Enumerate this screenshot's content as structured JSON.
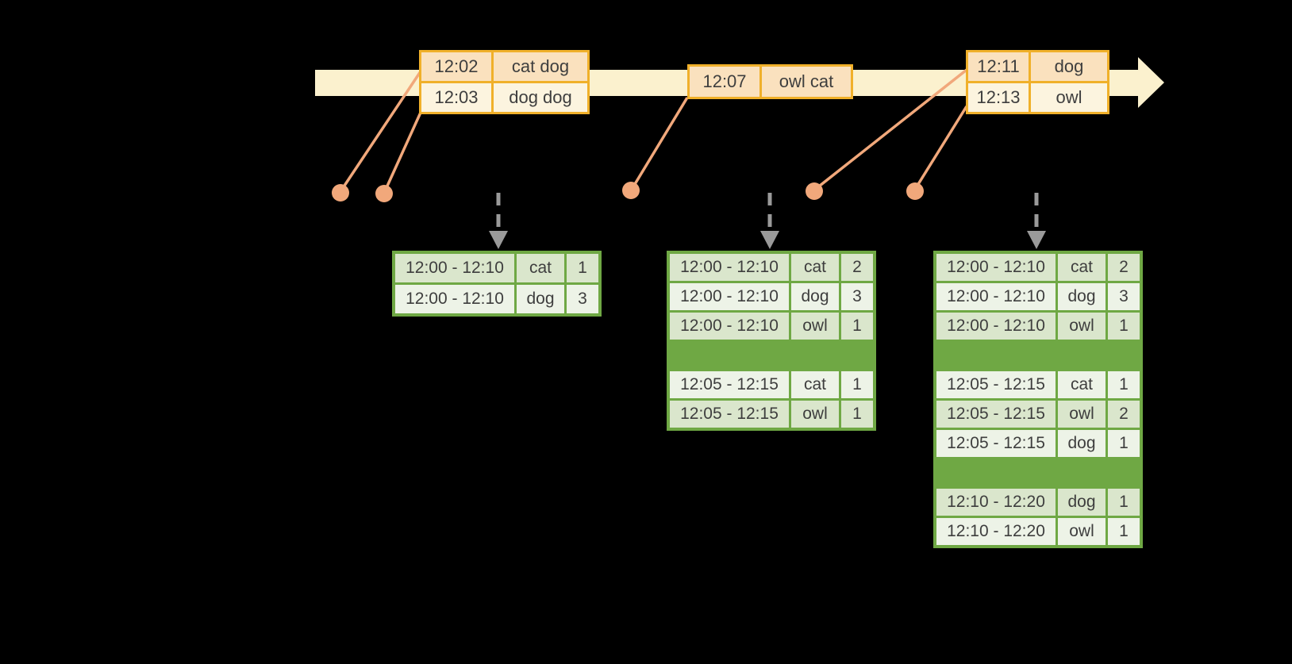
{
  "colors": {
    "background": "#000000",
    "timeline_bar": "#FBF1CE",
    "batch_border": "#F0B02A",
    "batch_row_peach": "#FAE1BE",
    "batch_row_cream": "#FCF4DF",
    "event_dot_salmon": "#F1A87B",
    "trigger_arrow_gray": "#9A9A9A",
    "result_border_green": "#6FA844",
    "result_row_dark": "#DAE6CC",
    "result_row_light": "#EDF3E7",
    "text": "#3E3E3E"
  },
  "timeline_batches": [
    {
      "rows": [
        {
          "time": "12:02",
          "words": "cat dog"
        },
        {
          "time": "12:03",
          "words": "dog dog"
        }
      ]
    },
    {
      "rows": [
        {
          "time": "12:07",
          "words": "owl cat"
        }
      ]
    },
    {
      "rows": [
        {
          "time": "12:11",
          "words": "dog"
        },
        {
          "time": "12:13",
          "words": "owl"
        }
      ]
    }
  ],
  "result_tables": [
    {
      "rows": [
        {
          "window": "12:00 - 12:10",
          "word": "cat",
          "count": "1"
        },
        {
          "window": "12:00 - 12:10",
          "word": "dog",
          "count": "3"
        }
      ]
    },
    {
      "rows": [
        {
          "window": "12:00 - 12:10",
          "word": "cat",
          "count": "2"
        },
        {
          "window": "12:00 - 12:10",
          "word": "dog",
          "count": "3"
        },
        {
          "window": "12:00 - 12:10",
          "word": "owl",
          "count": "1"
        },
        {
          "window": "12:05 - 12:15",
          "word": "cat",
          "count": "1"
        },
        {
          "window": "12:05 - 12:15",
          "word": "owl",
          "count": "1"
        }
      ]
    },
    {
      "rows": [
        {
          "window": "12:00 - 12:10",
          "word": "cat",
          "count": "2"
        },
        {
          "window": "12:00 - 12:10",
          "word": "dog",
          "count": "3"
        },
        {
          "window": "12:00 - 12:10",
          "word": "owl",
          "count": "1"
        },
        {
          "window": "12:05 - 12:15",
          "word": "cat",
          "count": "1"
        },
        {
          "window": "12:05 - 12:15",
          "word": "owl",
          "count": "2"
        },
        {
          "window": "12:05 - 12:15",
          "word": "dog",
          "count": "1"
        },
        {
          "window": "12:10 - 12:20",
          "word": "dog",
          "count": "1"
        },
        {
          "window": "12:10 - 12:20",
          "word": "owl",
          "count": "1"
        }
      ]
    }
  ]
}
